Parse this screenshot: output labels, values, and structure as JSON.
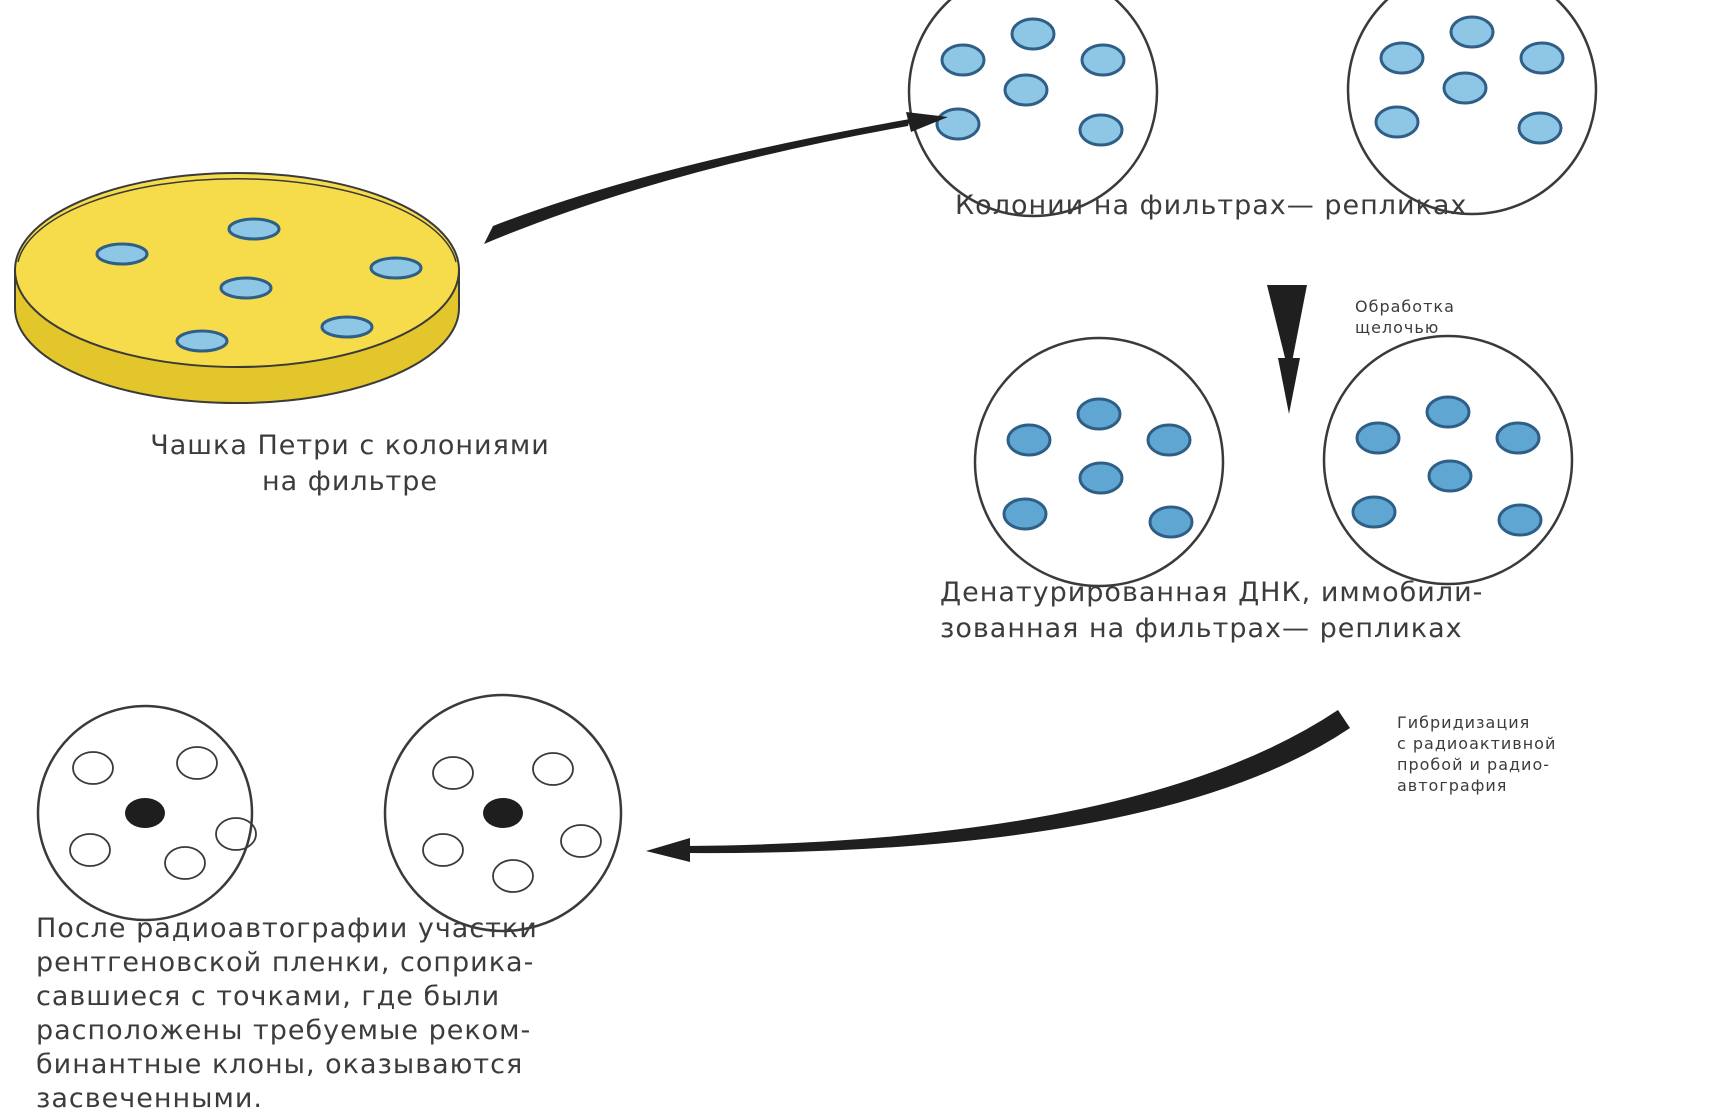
{
  "captions": {
    "petri_dish": "Чашка Петри с колониями\nна фильтре",
    "replica_colonies": "Колонии на фильтрах— репликах",
    "alkali_treatment": "Обработка\nщелочью",
    "denatured_dna": "Денатурированная ДНК, иммобили-\nзованная на фильтрах— репликах",
    "hybridization": "Гибридизация\nс радиоактивной\nпробой и радио-\nавтография",
    "after_autoradiography": "После радиоавтографии участки\nрентгеновской пленки, соприка-\nсавшиеся с точками, где были\nрасположены требуемые реком-\nбинантные клоны, оказываются\nзасвеченными."
  },
  "colors": {
    "agar": "#f6dc4a",
    "agar_dark": "#e2c62c",
    "dish_outline": "#3a3a3a",
    "colony_fill": "#8ec6e6",
    "colony_stroke": "#2f5f86",
    "denatured_fill": "#5fa7d2",
    "hybridized_spot": "#1e1e1e",
    "arrow": "#1f1f1f"
  },
  "icons": {
    "petri_dish": "petri-dish-icon",
    "replica_filter": "replica-filter-icon",
    "autoradiograph": "autoradiograph-film-icon",
    "arrow": "process-arrow-icon"
  }
}
